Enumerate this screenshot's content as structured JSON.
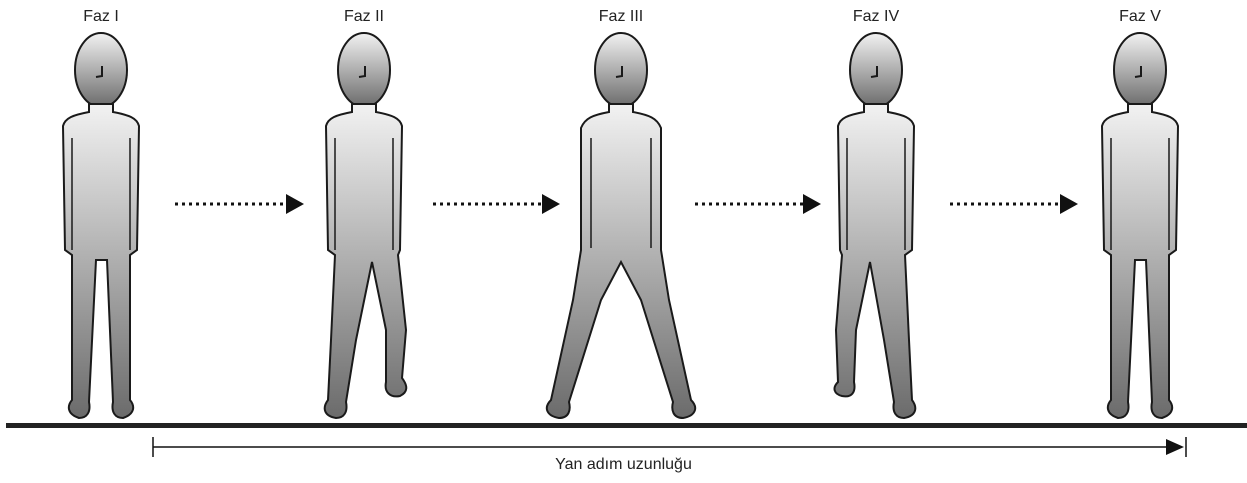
{
  "figure": {
    "phases": [
      "Faz I",
      "Faz II",
      "Faz III",
      "Faz IV",
      "Faz V"
    ],
    "measure_label": "Yan adım uzunluğu",
    "colors": {
      "ground": "#222222",
      "outline": "#1a1a1a",
      "body_top": "#f2f2f2",
      "body_bottom": "#6b6b6b",
      "arrow": "#111111"
    }
  }
}
